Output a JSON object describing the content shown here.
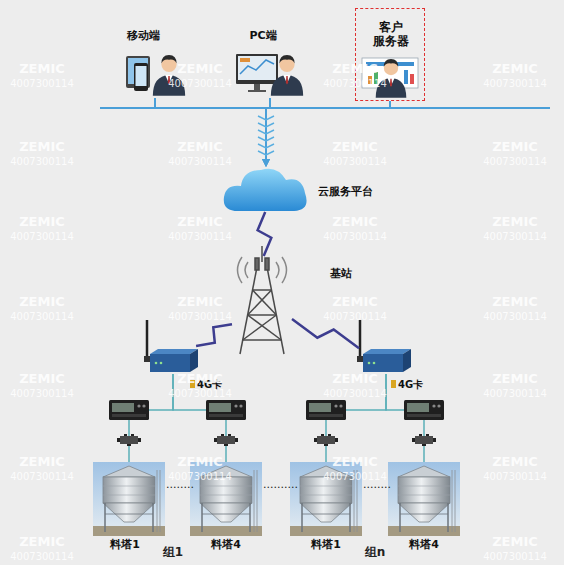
{
  "diagram": {
    "nodes": [
      {
        "text": [
          "移动端"
        ]
      },
      {
        "text": [
          "PC端"
        ]
      },
      {
        "text": [
          "客户 服务器"
        ]
      },
      {
        "text": [
          "云服务平台"
        ]
      },
      {
        "text": [
          "基站"
        ]
      },
      {
        "text": [
          "4G卡"
        ]
      },
      {
        "text": [
          "4G卡"
        ]
      },
      {
        "text": [
          "料塔1"
        ]
      },
      {
        "text": [
          "料塔4"
        ]
      },
      {
        "text": [
          "料塔1"
        ]
      },
      {
        "text": [
          "料塔4"
        ]
      }
    ],
    "edges": [
      {
        "from": 0,
        "to": 3,
        "arrow": "to"
      },
      {
        "from": 1,
        "to": 3,
        "arrow": "to"
      },
      {
        "from": 2,
        "to": 3,
        "arrow": "to"
      },
      {
        "from": 3,
        "to": 4,
        "arrow": "none"
      },
      {
        "from": 4,
        "to": 5,
        "arrow": "none"
      },
      {
        "from": 4,
        "to": 6,
        "arrow": "none"
      },
      {
        "from": 5,
        "to": 7,
        "arrow": "none"
      },
      {
        "from": 5,
        "to": 8,
        "arrow": "none"
      },
      {
        "from": 6,
        "to": 9,
        "arrow": "none"
      },
      {
        "from": 6,
        "to": 10,
        "arrow": "none"
      }
    ],
    "labels": [
      "........",
      "..........",
      "........",
      "组1",
      "组n",
      "ZEMIC",
      "4007300114",
      "ZEMIC",
      "4007300114",
      "ZEMIC",
      "4007300114",
      "ZEMIC",
      "4007300114",
      "ZEMIC",
      "4007300114",
      "ZEMIC",
      "4007300114",
      "ZEMIC",
      "4007300114",
      "ZEMIC",
      "4007300114",
      "ZEMIC",
      "4007300114",
      "ZEMIC",
      "4007300114",
      "ZEMIC",
      "4007300114",
      "ZEMIC",
      "4007300114",
      "ZEMIC",
      "4007300114",
      "ZEMIC",
      "4007300114",
      "ZEMIC",
      "4007300114",
      "ZEMIC",
      "4007300114",
      "ZEMIC",
      "4007300114",
      "ZEMIC",
      "4007300114",
      "ZEMIC",
      "4007300114",
      "ZEMIC",
      "4007300114",
      "ZEMIC",
      "4007300114",
      "ZEMIC",
      "4007300114",
      "ZEMIC",
      "4007300114",
      "ZEMIC",
      "4007300114",
      "ZEMIC",
      "4007300114",
      "ZEMIC",
      "4007300114"
    ]
  }
}
